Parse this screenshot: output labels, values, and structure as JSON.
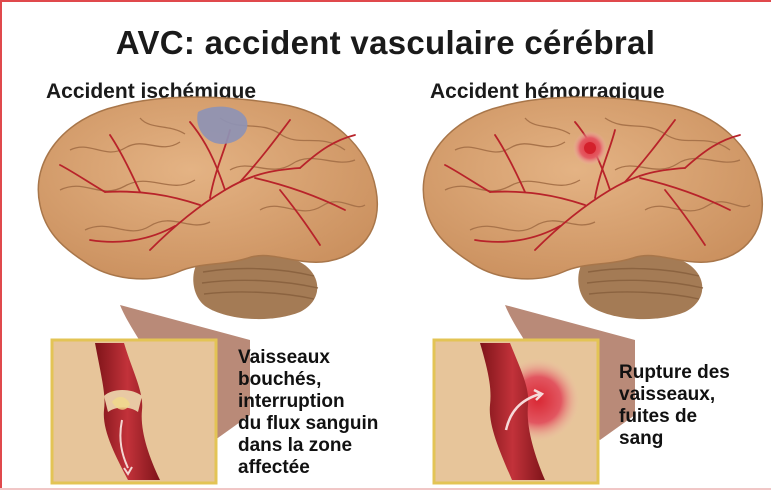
{
  "title": "AVC: accident vasculaire cérébral",
  "left": {
    "heading": "Accident ischémique",
    "caption_lines": [
      "Vaisseaux",
      "bouchés,",
      "interruption",
      "du flux sanguin",
      "dans la zone",
      "affectée"
    ]
  },
  "right": {
    "heading": "Accident hémorragique",
    "caption_lines": [
      "Rupture des",
      "vaisseaux,",
      "fuites de",
      "sang"
    ]
  },
  "colors": {
    "brain": "#d8a272",
    "vessel": "#b8232a",
    "clot": "#8e93b4",
    "bleed": "#e0323c",
    "inset_border": "#e3c455",
    "inset_bg": "#e7c59a",
    "frame": "#e0494c"
  }
}
